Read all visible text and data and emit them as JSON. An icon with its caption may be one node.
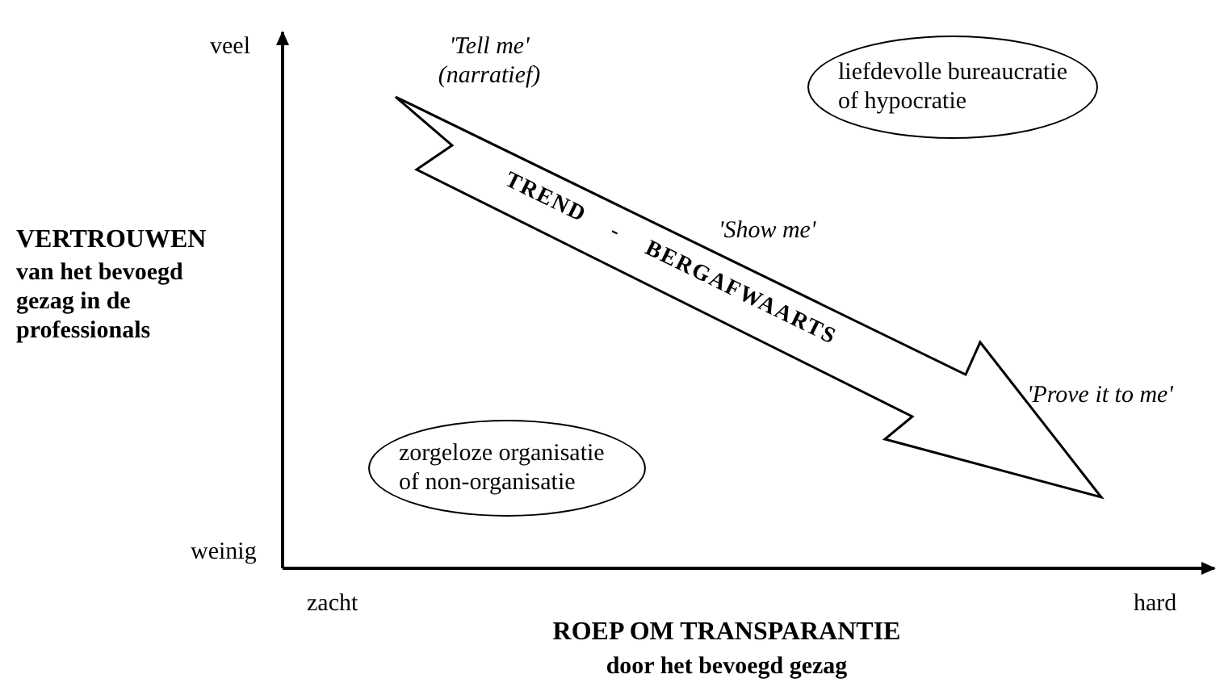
{
  "diagram": {
    "nodes": [
      {
        "text": [
          "liefdevolle bureaucratie of hypocratie"
        ]
      },
      {
        "text": [
          "TREND - BERGAFWAARTS"
        ]
      },
      {
        "text": [
          "zorgeloze organisatie of non-organisatie"
        ]
      }
    ],
    "labels": [
      "veel",
      "'Tell me' (narratief)",
      "VERTROUWEN",
      "van het bevoegd gezag in de professionals",
      "'Show me'",
      "'Prove it to me'",
      "weinig",
      "zacht",
      "hard",
      "ROEP OM TRANSPARANTIE",
      "door het bevoegd gezag"
    ]
  }
}
